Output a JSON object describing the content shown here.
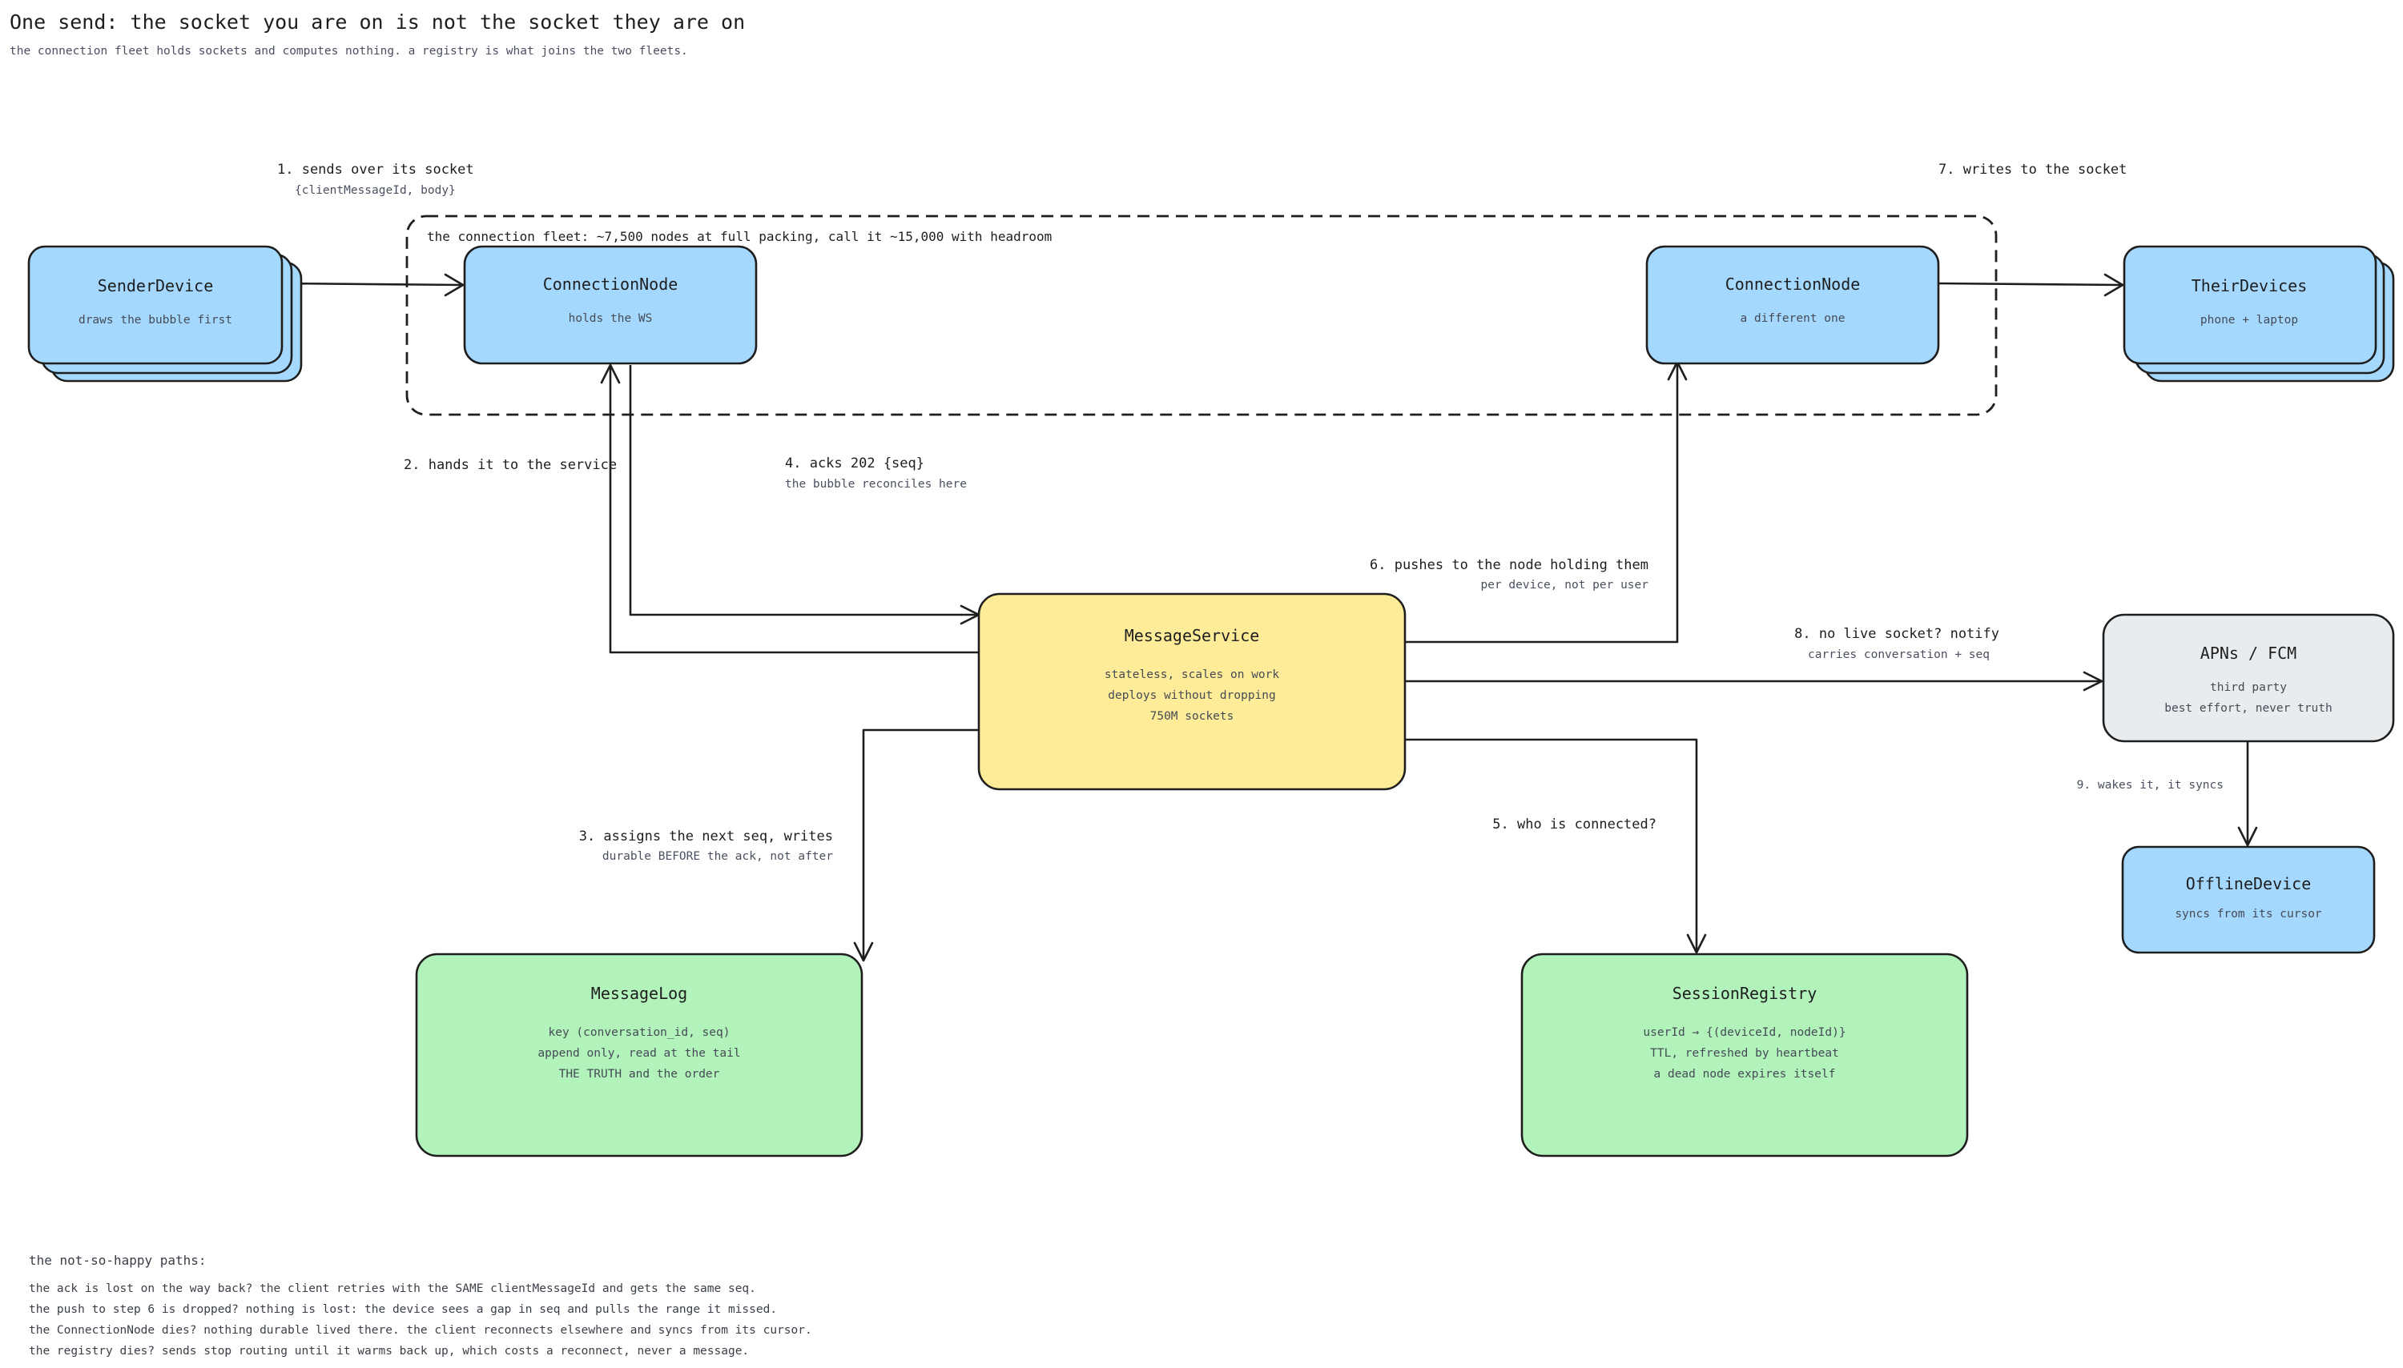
{
  "header": {
    "title": "One send: the socket you are on is not the socket they are on",
    "subtitle": "the connection fleet holds sockets and computes nothing. a registry is what joins the two fleets."
  },
  "fleet": {
    "label": "the connection fleet: ~7,500 nodes at full packing, call it ~15,000 with headroom"
  },
  "colors": {
    "device": "#a5d8ff",
    "service": "#ffec99",
    "store": "#b2f2bb",
    "external": "#e9ecef",
    "stroke": "#1e1e1e"
  },
  "nodes": {
    "sender": {
      "title": "SenderDevice",
      "lines": [
        "draws the bubble first"
      ]
    },
    "conn_a": {
      "title": "ConnectionNode",
      "lines": [
        "holds the WS"
      ]
    },
    "conn_b": {
      "title": "ConnectionNode",
      "lines": [
        "a different one"
      ]
    },
    "their": {
      "title": "TheirDevices",
      "lines": [
        "phone + laptop"
      ]
    },
    "msgsvc": {
      "title": "MessageService",
      "lines": [
        "stateless, scales on work",
        "deploys without dropping",
        "750M sockets"
      ]
    },
    "apns": {
      "title": "APNs / FCM",
      "lines": [
        "third party",
        "best effort, never truth"
      ]
    },
    "offline": {
      "title": "OfflineDevice",
      "lines": [
        "syncs from its cursor"
      ]
    },
    "msglog": {
      "title": "MessageLog",
      "lines": [
        "key (conversation_id, seq)",
        "append only, read at the tail",
        "THE TRUTH and the order"
      ]
    },
    "registry": {
      "title": "SessionRegistry",
      "lines": [
        "userId → {(deviceId, nodeId)}",
        "TTL, refreshed by heartbeat",
        "a dead node expires itself"
      ]
    }
  },
  "steps": {
    "s1": {
      "label": "1. sends over its socket",
      "sub": "{clientMessageId, body}"
    },
    "s2": {
      "label": "2. hands it to the service",
      "sub": ""
    },
    "s3": {
      "label": "3. assigns the next seq, writes",
      "sub": "durable BEFORE the ack, not after"
    },
    "s4": {
      "label": "4. acks 202 {seq}",
      "sub": "the bubble reconciles here"
    },
    "s5": {
      "label": "5. who is connected?",
      "sub": ""
    },
    "s6": {
      "label": "6. pushes to the node holding them",
      "sub": "per device, not per user"
    },
    "s7": {
      "label": "7. writes to the socket",
      "sub": ""
    },
    "s8": {
      "label": "8. no live socket? notify",
      "sub": "carries conversation + seq"
    },
    "s9": {
      "label": "9. wakes it, it syncs",
      "sub": ""
    }
  },
  "notes": {
    "heading": "the not-so-happy paths:",
    "items": [
      "the ack is lost on the way back? the client retries with the SAME clientMessageId and gets the same seq.",
      "the push to step 6 is dropped? nothing is lost: the device sees a gap in seq and pulls the range it missed.",
      "the ConnectionNode dies? nothing durable lived there. the client reconnects elsewhere and syncs from its cursor.",
      "the registry dies? sends stop routing until it warms back up, which costs a reconnect, never a message."
    ]
  }
}
